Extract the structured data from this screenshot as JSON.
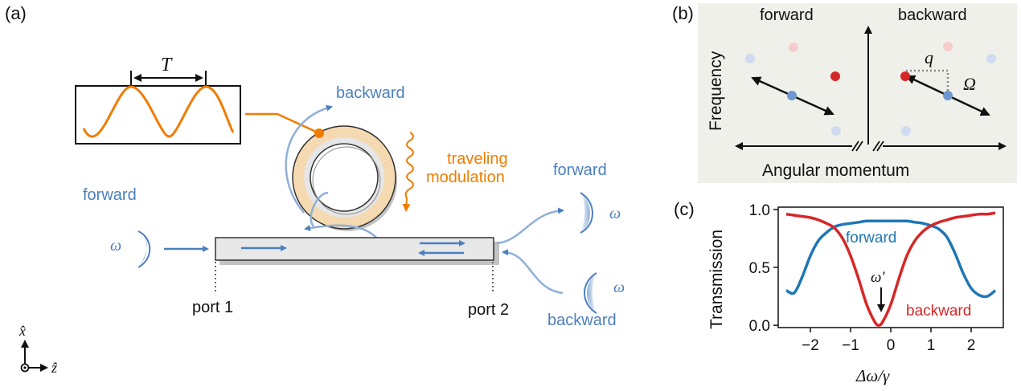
{
  "colors": {
    "blue": "#4c7fbf",
    "light_blue": "#8fb0d8",
    "orange": "#f07c00",
    "red": "#d62728",
    "plot_blue": "#1f77b4",
    "panel_bg": "#f0f0eb",
    "text": "#111111"
  },
  "panel_a": {
    "panel_label": "(a)",
    "period_label": "T",
    "backward_top": "backward",
    "traveling_1": "traveling",
    "traveling_2": "modulation",
    "forward_left": "forward",
    "omega_in": "ω",
    "forward_right": "forward",
    "omega_forward_out": "ω",
    "omega_backward_out": "ω",
    "backward_right": "backward",
    "port1": "port 1",
    "port2": "port 2",
    "axis_x": "x̂",
    "axis_z": "ẑ"
  },
  "panel_b": {
    "panel_label": "(b)",
    "forward": "forward",
    "backward": "backward",
    "frequency": "Frequency",
    "angular_momentum": "Angular momentum",
    "q": "q",
    "Omega": "Ω"
  },
  "panel_c": {
    "panel_label": "(c)",
    "ylabel": "Transmission",
    "xlabel": "Δω/γ",
    "forward_label": "forward",
    "backward_label": "backward",
    "omega_prime": "ω′"
  },
  "chart_data": {
    "type": "line",
    "xlabel": "Δω/γ",
    "ylabel": "Transmission",
    "xlim": [
      -2.8,
      2.8
    ],
    "ylim": [
      -0.02,
      1.02
    ],
    "xticks": [
      "−2",
      "−1",
      "0",
      "1",
      "2"
    ],
    "xtick_values": [
      -2,
      -1,
      0,
      1,
      2
    ],
    "yticks": [
      "0.0",
      "0.5",
      "1.0"
    ],
    "ytick_values": [
      0.0,
      0.5,
      1.0
    ],
    "x": [
      -2.6,
      -2.4,
      -2.2,
      -2.0,
      -1.8,
      -1.6,
      -1.4,
      -1.2,
      -1.0,
      -0.8,
      -0.6,
      -0.4,
      -0.3,
      -0.2,
      0.0,
      0.2,
      0.4,
      0.6,
      0.8,
      1.0,
      1.2,
      1.4,
      1.6,
      1.8,
      2.0,
      2.2,
      2.4,
      2.6
    ],
    "series": [
      {
        "name": "forward",
        "color": "#1f77b4",
        "values": [
          0.3,
          0.28,
          0.42,
          0.6,
          0.73,
          0.8,
          0.85,
          0.87,
          0.88,
          0.89,
          0.9,
          0.9,
          0.9,
          0.9,
          0.9,
          0.9,
          0.9,
          0.89,
          0.88,
          0.86,
          0.83,
          0.76,
          0.62,
          0.45,
          0.32,
          0.26,
          0.25,
          0.3
        ]
      },
      {
        "name": "backward",
        "color": "#d62728",
        "values": [
          0.96,
          0.95,
          0.94,
          0.93,
          0.91,
          0.88,
          0.84,
          0.75,
          0.6,
          0.4,
          0.18,
          0.03,
          0.0,
          0.03,
          0.18,
          0.4,
          0.6,
          0.73,
          0.81,
          0.86,
          0.89,
          0.91,
          0.93,
          0.94,
          0.95,
          0.96,
          0.96,
          0.97
        ]
      }
    ]
  }
}
